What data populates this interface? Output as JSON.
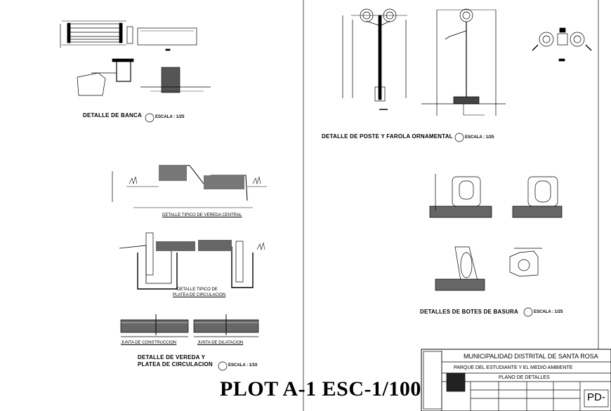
{
  "drawings": {
    "banca": {
      "title": "DETALLE DE BANCA",
      "scale": "ESCALA : 1/25"
    },
    "poste": {
      "title": "DETALLE DE POSTE Y FAROLA ORNAMENTAL",
      "scale": "ESCALA : 1/25"
    },
    "vereda_central": {
      "title": "DETALLE TIPICO DE VEREDA CENTRAL"
    },
    "platea": {
      "title_line1": "DETALLE TIPICO DE",
      "title_line2": "PLATEA DE CIRCULACION"
    },
    "junta_construccion": {
      "title": "JUNTA DE CONSTRUCCION"
    },
    "junta_dilatacion": {
      "title": "JUNTA DE DILATACION"
    },
    "vereda_platea": {
      "title_line1": "DETALLE DE VEREDA Y",
      "title_line2": "PLATEA DE CIRCULACION",
      "scale": "ESCALA : 1/10"
    },
    "botes": {
      "title": "DETALLES DE BOTES DE BASURA",
      "scale": "ESCALA : 1/25"
    }
  },
  "plot_label": "PLOT  A-1 ESC-1/100",
  "title_block": {
    "owner": "MUNICIPALIDAD DISTRITAL DE SANTA ROSA",
    "project": "PARQUE DEL ESTUDIANTE Y EL MEDIO AMBIENTE",
    "plan": "PLANO DE DETALLES",
    "sheet_code": "PD-"
  }
}
